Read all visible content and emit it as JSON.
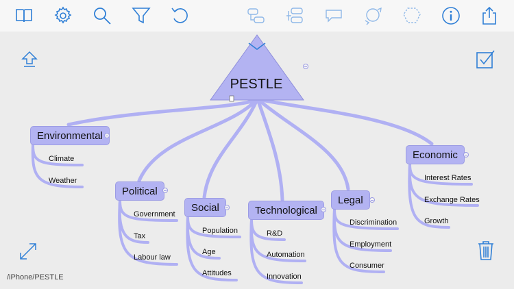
{
  "root": "PESTLE",
  "path": "/iPhone/PESTLE",
  "colors": {
    "accent": "#2f7fd6",
    "node_fill": "#b3b3f2",
    "branch": "#b0b0f3"
  },
  "branches": [
    {
      "id": "environmental",
      "label": "Environmental",
      "children": [
        "Climate",
        "Weather"
      ]
    },
    {
      "id": "political",
      "label": "Political",
      "children": [
        "Government",
        "Tax",
        "Labour law"
      ]
    },
    {
      "id": "social",
      "label": "Social",
      "children": [
        "Population",
        "Age",
        "Attitudes"
      ]
    },
    {
      "id": "technological",
      "label": "Technological",
      "children": [
        "R&D",
        "Automation",
        "Innovation"
      ]
    },
    {
      "id": "legal",
      "label": "Legal",
      "children": [
        "Discrimination",
        "Employment",
        "Consumer"
      ]
    },
    {
      "id": "economic",
      "label": "Economic",
      "children": [
        "Interest Rates",
        "Exchange Rates",
        "Growth"
      ]
    }
  ],
  "toolbar": [
    {
      "id": "book",
      "icon": "book-icon"
    },
    {
      "id": "settings",
      "icon": "gear-icon"
    },
    {
      "id": "search",
      "icon": "search-icon"
    },
    {
      "id": "filter",
      "icon": "filter-icon"
    },
    {
      "id": "undo",
      "icon": "undo-icon"
    },
    {
      "id": "add-child",
      "icon": "add-child-node-icon"
    },
    {
      "id": "add-sibling",
      "icon": "add-sibling-node-icon"
    },
    {
      "id": "callout",
      "icon": "callout-icon"
    },
    {
      "id": "relation",
      "icon": "relation-icon"
    },
    {
      "id": "boundary",
      "icon": "boundary-icon"
    },
    {
      "id": "info",
      "icon": "info-icon"
    },
    {
      "id": "share",
      "icon": "share-icon"
    }
  ]
}
